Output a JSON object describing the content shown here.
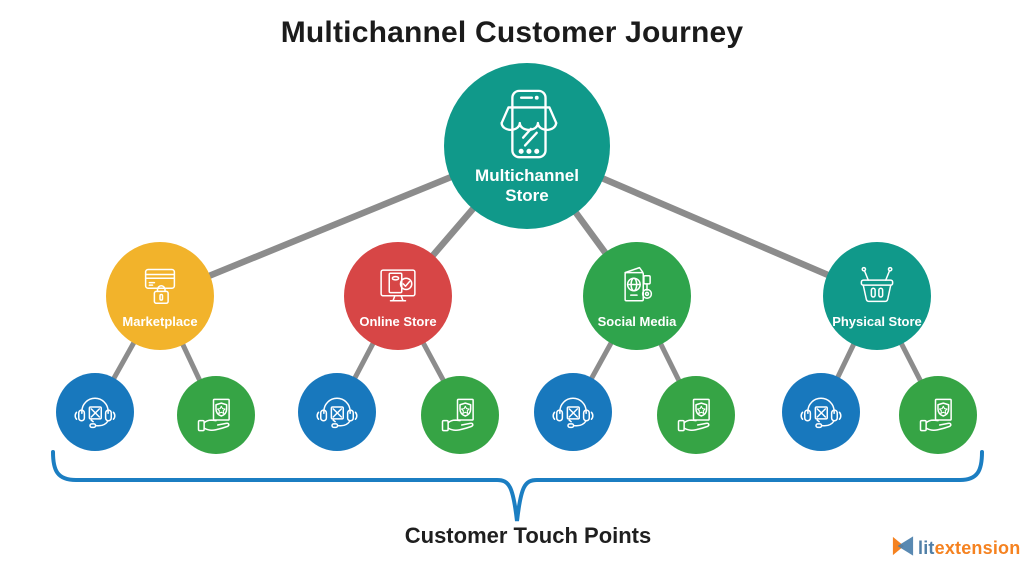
{
  "title": "Multichannel Customer Journey",
  "root": {
    "label": "Multichannel Store",
    "line1": "Multichannel",
    "line2": "Store",
    "color": "#10998a",
    "icon": "storefront-phone-icon"
  },
  "channels": [
    {
      "label": "Marketplace",
      "color": "#f2b32b",
      "icon": "credit-card-lock-icon"
    },
    {
      "label": "Online Store",
      "color": "#d74646",
      "icon": "monitor-shopping-bag-icon"
    },
    {
      "label": "Social Media",
      "color": "#2fa44c",
      "icon": "passport-key-icon"
    },
    {
      "label": "Physical Store",
      "color": "#10998a",
      "icon": "shopping-basket-icon"
    }
  ],
  "touchpoints": [
    {
      "type": "customer-support",
      "icon": "headset-message-icon",
      "color": "#1878bd"
    },
    {
      "type": "loyalty-reward",
      "icon": "hand-reward-icon",
      "color": "#36a445"
    }
  ],
  "brace": {
    "label": "Customer Touch Points",
    "color": "#1b7ec2"
  },
  "connector_color": "#8c8c8c",
  "logo": {
    "name": "litextension",
    "text_primary": "lit",
    "text_secondary": "extension",
    "primary_color": "#507fa7",
    "secondary_color": "#f58220"
  }
}
